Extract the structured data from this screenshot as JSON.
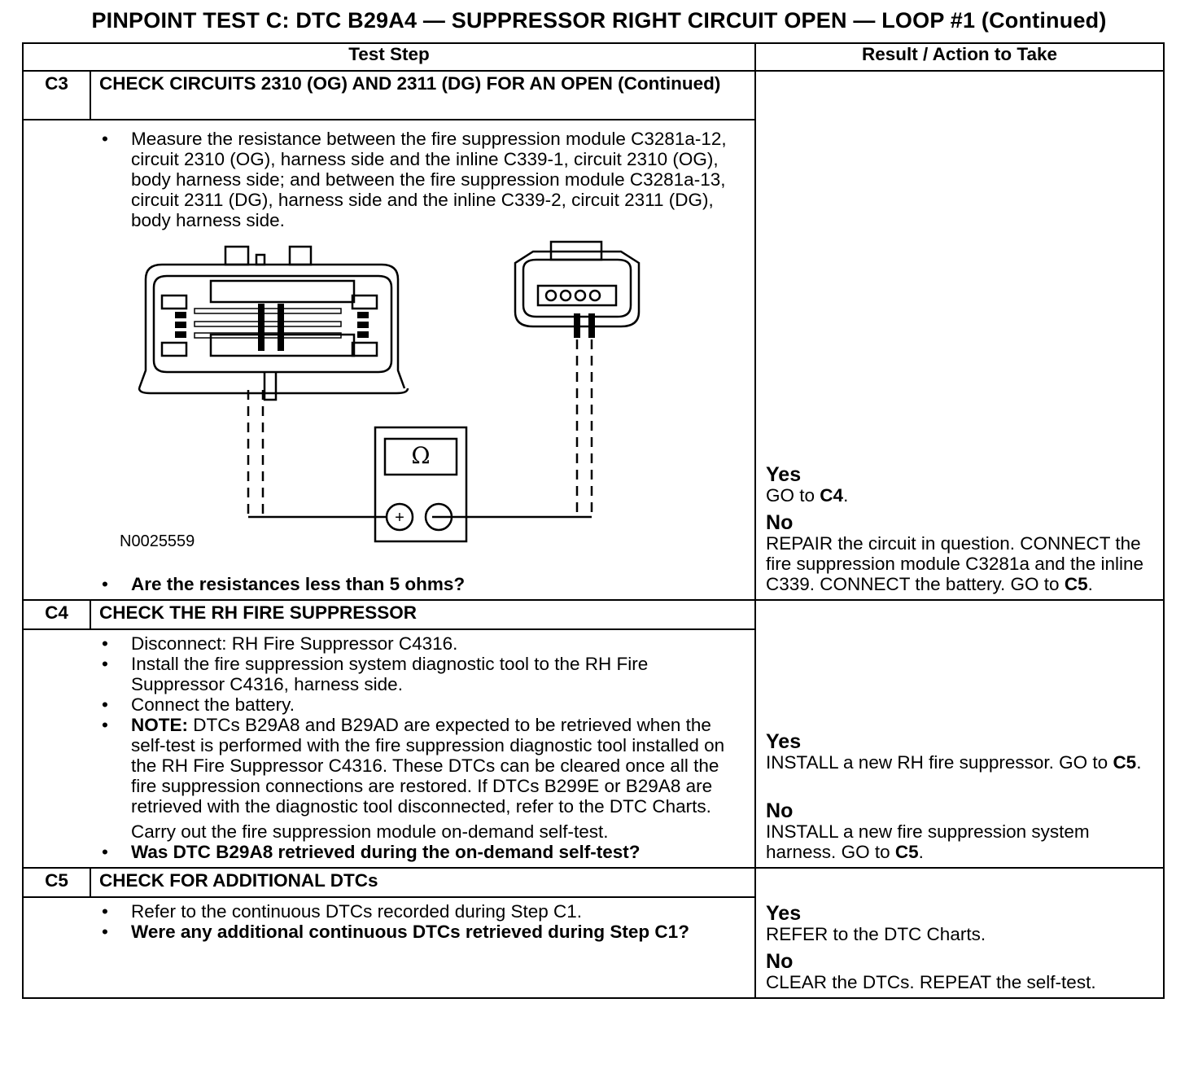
{
  "title": "PINPOINT TEST C: DTC B29A4 — SUPPRESSOR RIGHT CIRCUIT OPEN — LOOP #1 (Continued)",
  "headers": {
    "test_step": "Test Step",
    "result": "Result / Action to Take"
  },
  "c3": {
    "id": "C3",
    "title": "CHECK CIRCUITS 2310 (OG) AND 2311 (DG) FOR AN OPEN (Continued)",
    "bullet1": "Measure the resistance between the fire suppression module C3281a-12, circuit 2310 (OG), harness side and the inline C339-1, circuit 2310 (OG), body harness side; and between the fire  suppression module C3281a-13, circuit 2311 (DG), harness side and the inline C339-2, circuit 2311 (DG), body harness side.",
    "figure_id": "N0025559",
    "meter_symbol": "Ω",
    "meter_plus": "+",
    "meter_minus": "−",
    "question": "Are the resistances less than 5 ohms?",
    "yes_label": "Yes",
    "yes_text": "GO to ",
    "yes_step": "C4",
    "yes_end": ".",
    "no_label": "No",
    "no_text": "REPAIR the circuit in question. CONNECT the fire suppression module C3281a and the inline C339. CONNECT the battery. GO to ",
    "no_step": "C5",
    "no_end": "."
  },
  "c4": {
    "id": "C4",
    "title": "CHECK THE RH FIRE SUPPRESSOR",
    "b1": "Disconnect: RH Fire Suppressor C4316.",
    "b2": "Install the fire suppression system diagnostic tool to the RH Fire Suppressor C4316, harness side.",
    "b3": "Connect the battery.",
    "note_label": "NOTE:",
    "note_text": " DTCs B29A8 and B29AD are expected to be retrieved when the self-test is performed with the fire suppression diagnostic tool installed on the RH Fire Suppressor C4316. These DTCs can be cleared once all the fire suppression connections are  restored. If DTCs B299E or B29A8 are retrieved with the diagnostic tool disconnected, refer to the DTC Charts.",
    "carry": "Carry out the fire suppression module on-demand self-test.",
    "question": "Was DTC B29A8 retrieved during the on-demand self-test?",
    "yes_label": "Yes",
    "yes_text": "INSTALL a new RH fire suppressor. GO to ",
    "yes_step": "C5",
    "yes_end": ".",
    "no_label": "No",
    "no_text": "INSTALL a new fire suppression system harness. GO to ",
    "no_step": "C5",
    "no_end": "."
  },
  "c5": {
    "id": "C5",
    "title": "CHECK FOR ADDITIONAL DTCs",
    "b1": "Refer to the continuous DTCs recorded during Step C1.",
    "question": "Were any additional continuous DTCs retrieved during Step C1?",
    "yes_label": "Yes",
    "yes_text": "REFER to the DTC Charts.",
    "no_label": "No",
    "no_text": "CLEAR the DTCs. REPEAT the self-test."
  }
}
